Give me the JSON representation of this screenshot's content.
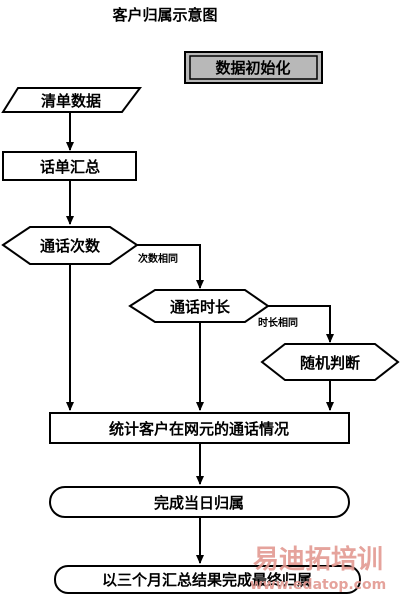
{
  "title": "客户归属示意图",
  "badge": "数据初始化",
  "nodes": {
    "list_data": "清单数据",
    "summary": "话单汇总",
    "call_count": "通话次数",
    "call_duration": "通话时长",
    "random_judge": "随机判断",
    "stats": "统计客户在网元的通话情况",
    "daily": "完成当日归属",
    "final": "以三个月汇总结果完成最终归属"
  },
  "edges": {
    "same_count": "次数相同",
    "same_duration": "时长相同"
  },
  "watermark": {
    "cn": "易迪拓培训",
    "url": "www.edatop.com"
  },
  "colors": {
    "stroke": "#000000",
    "badge_fill": "#b8b8b8",
    "watermark": "#e39a92"
  }
}
